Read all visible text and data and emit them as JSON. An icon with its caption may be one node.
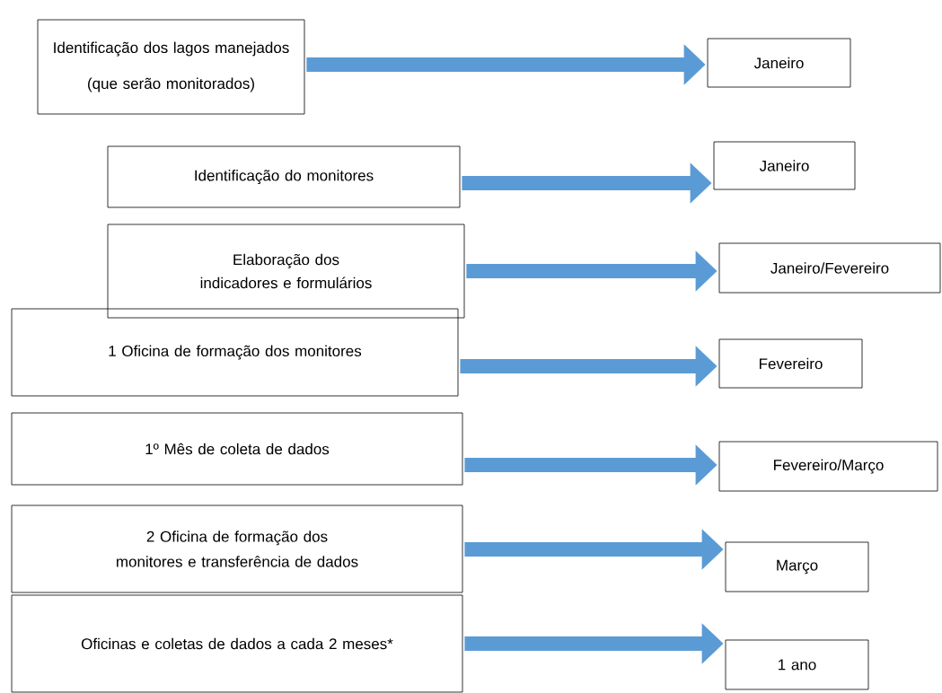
{
  "diagram": {
    "nodes": [
      {
        "text": [
          "Identificação dos lagos manejados (que serão monitorados)"
        ]
      },
      {
        "text": [
          "Identificação do monitores"
        ]
      },
      {
        "text": [
          "Elaboração dos indicadores e formulários"
        ]
      },
      {
        "text": [
          "1 Oficina de formação dos monitores"
        ]
      },
      {
        "text": [
          "1º Mês de coleta de dados"
        ]
      },
      {
        "text": [
          "2 Oficina de formação dos monitores e transferência de dados"
        ]
      },
      {
        "text": [
          "Oficinas e coletas de dados a cada 2 meses*"
        ]
      },
      {
        "text": [
          "Janeiro"
        ]
      },
      {
        "text": [
          "Janeiro"
        ]
      },
      {
        "text": [
          "Janeiro/Fevereiro"
        ]
      },
      {
        "text": [
          "Fevereiro"
        ]
      },
      {
        "text": [
          "Fevereiro/Março"
        ]
      },
      {
        "text": [
          "Março"
        ]
      },
      {
        "text": [
          "1 ano"
        ]
      }
    ],
    "edges": [
      {
        "from": 0,
        "to": 7,
        "arrow": "to"
      },
      {
        "from": 1,
        "to": 8,
        "arrow": "to"
      },
      {
        "from": 2,
        "to": 9,
        "arrow": "to"
      },
      {
        "from": 3,
        "to": 10,
        "arrow": "to"
      },
      {
        "from": 4,
        "to": 11,
        "arrow": "to"
      },
      {
        "from": 5,
        "to": 12,
        "arrow": "to"
      },
      {
        "from": 6,
        "to": 13,
        "arrow": "to"
      }
    ]
  }
}
